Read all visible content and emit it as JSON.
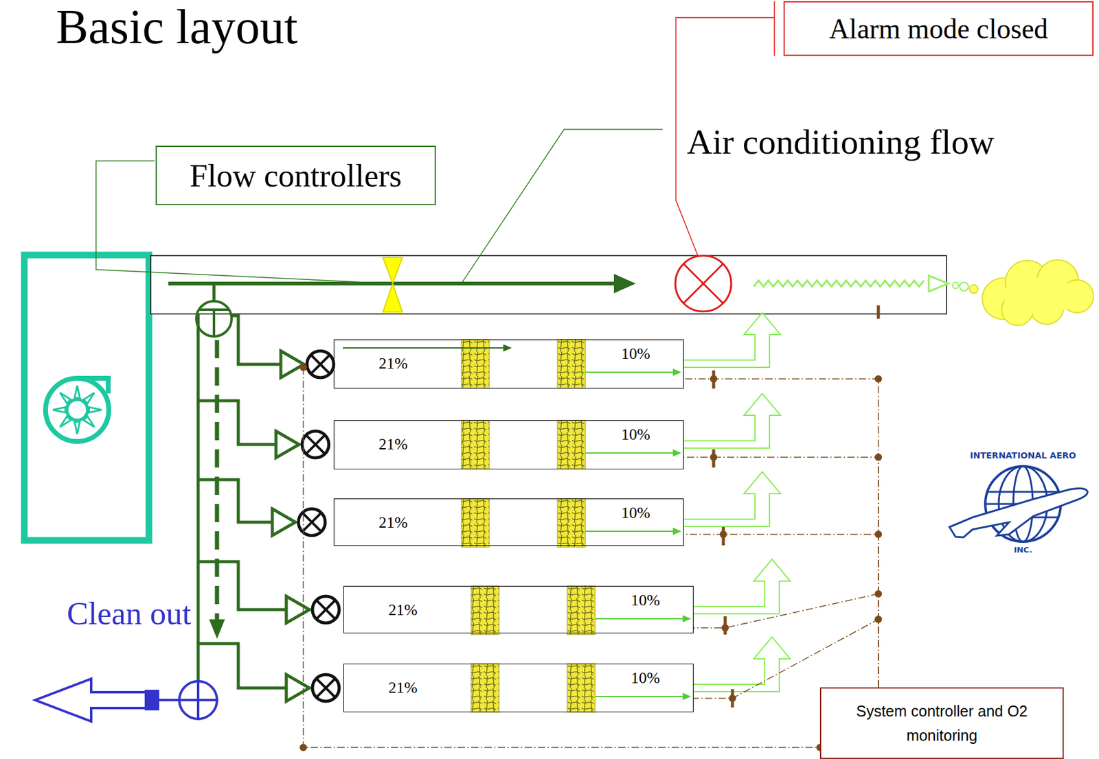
{
  "diagram": {
    "title": "Basic layout",
    "nodes": [
      {
        "text": [
          "Alarm mode closed"
        ]
      },
      {
        "text": [
          "Flow controllers"
        ]
      },
      {
        "text": [
          "21%",
          "10%"
        ]
      },
      {
        "text": [
          "21%",
          "10%"
        ]
      },
      {
        "text": [
          "21%",
          "10%"
        ]
      },
      {
        "text": [
          "21%",
          "10%"
        ]
      },
      {
        "text": [
          "21%",
          "10%"
        ]
      },
      {
        "text": [
          "System controller and O2 monitoring"
        ]
      }
    ],
    "edges": [
      {
        "from": 7,
        "to": 2,
        "arrow": "none"
      },
      {
        "from": 7,
        "to": 3,
        "arrow": "none"
      },
      {
        "from": 7,
        "to": 4,
        "arrow": "none"
      },
      {
        "from": 7,
        "to": 5,
        "arrow": "none"
      },
      {
        "from": 7,
        "to": 6,
        "arrow": "none"
      }
    ],
    "labels": [
      "Air conditioning flow",
      "Clean out",
      "INTERNATIONAL AERO",
      "INC."
    ]
  }
}
